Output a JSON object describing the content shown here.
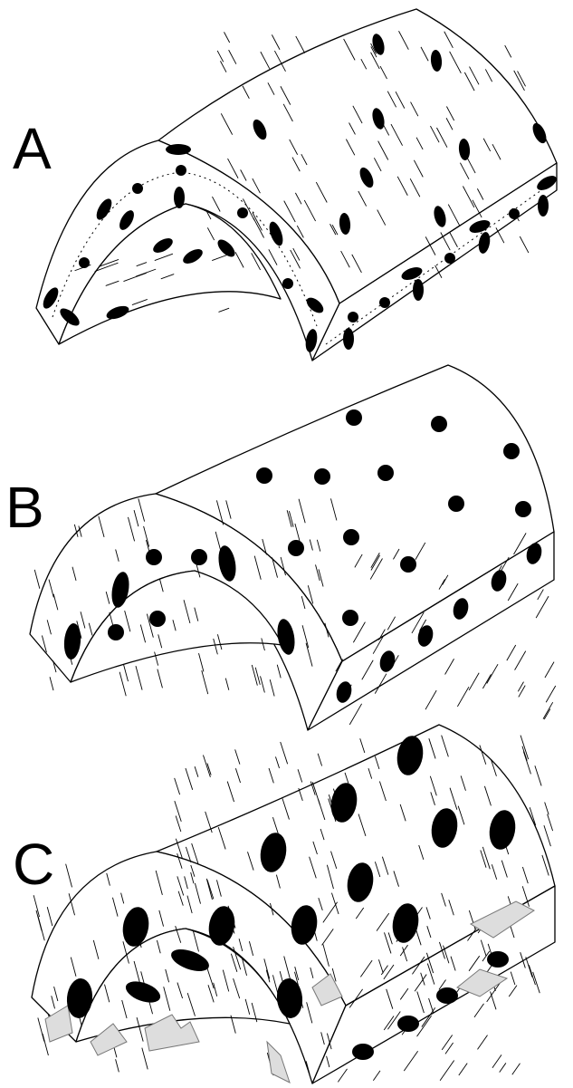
{
  "figure": {
    "panels": [
      {
        "id": "a",
        "label": "A"
      },
      {
        "id": "b",
        "label": "B"
      },
      {
        "id": "c",
        "label": "C"
      }
    ]
  },
  "colors": {
    "outline": "#000000",
    "fill": "#ffffff",
    "marker": "#000000",
    "arrow_fill": "#dddddd",
    "arrow_stroke": "#777777"
  }
}
